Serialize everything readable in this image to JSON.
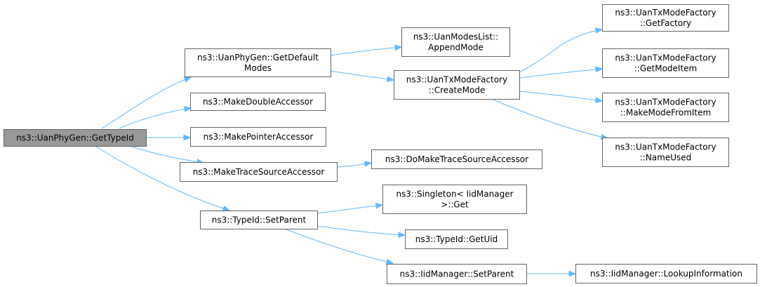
{
  "diagram": {
    "nodes": {
      "root": {
        "lines": [
          "ns3::UanPhyGen::GetTypeId"
        ]
      },
      "getDefaultModes": {
        "lines": [
          "ns3::UanPhyGen::GetDefault",
          "Modes"
        ]
      },
      "makeDoubleAccessor": {
        "lines": [
          "ns3::MakeDoubleAccessor"
        ]
      },
      "makePointerAccessor": {
        "lines": [
          "ns3::MakePointerAccessor"
        ]
      },
      "makeTraceSourceAccessor": {
        "lines": [
          "ns3::MakeTraceSourceAccessor"
        ]
      },
      "typeIdSetParent": {
        "lines": [
          "ns3::TypeId::SetParent"
        ]
      },
      "appendMode": {
        "lines": [
          "ns3::UanModesList::",
          "AppendMode"
        ]
      },
      "createMode": {
        "lines": [
          "ns3::UanTxModeFactory",
          "::CreateMode"
        ]
      },
      "doMakeTraceSourceAccessor": {
        "lines": [
          "ns3::DoMakeTraceSourceAccessor"
        ]
      },
      "singletonGet": {
        "lines": [
          "ns3::Singleton< IidManager",
          ">::Get"
        ]
      },
      "getUid": {
        "lines": [
          "ns3::TypeId::GetUid"
        ]
      },
      "iidSetParent": {
        "lines": [
          "ns3::IidManager::SetParent"
        ]
      },
      "getFactory": {
        "lines": [
          "ns3::UanTxModeFactory",
          "::GetFactory"
        ]
      },
      "getModeItem": {
        "lines": [
          "ns3::UanTxModeFactory",
          "::GetModeItem"
        ]
      },
      "makeModeFromItem": {
        "lines": [
          "ns3::UanTxModeFactory",
          "::MakeModeFromItem"
        ]
      },
      "nameUsed": {
        "lines": [
          "ns3::UanTxModeFactory",
          "::NameUsed"
        ]
      },
      "lookupInformation": {
        "lines": [
          "ns3::IidManager::LookupInformation"
        ]
      }
    }
  }
}
